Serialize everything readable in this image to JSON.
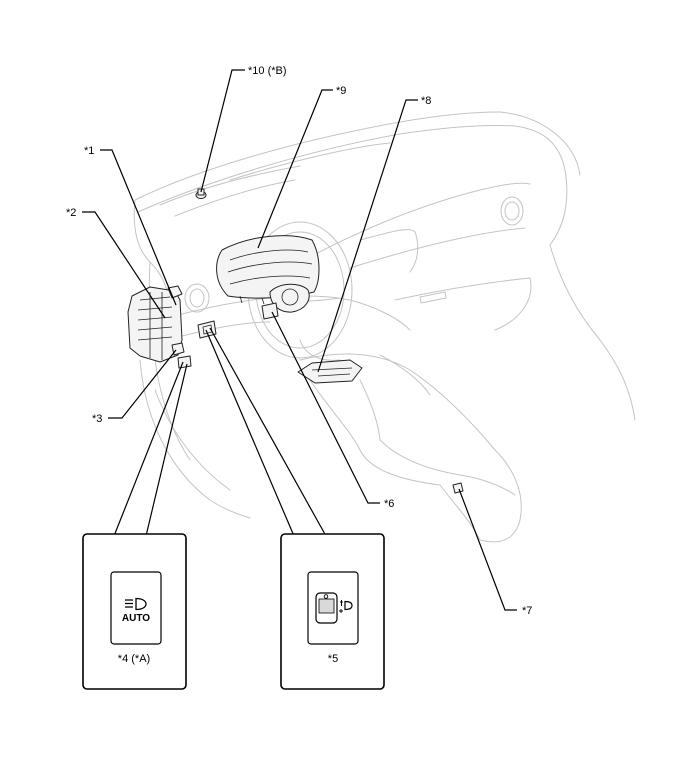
{
  "callouts": {
    "c1": "*1",
    "c2": "*2",
    "c3": "*3",
    "c4": "*4 (*A)",
    "c5": "*5",
    "c6": "*6",
    "c7": "*7",
    "c8": "*8",
    "c9": "*9",
    "c10": "*10 (*B)"
  },
  "switch_labels": {
    "auto": "AUTO"
  },
  "icons": {
    "headlamp": "headlamp-auto-icon",
    "dimmer": "panel-dimmer-icon"
  }
}
